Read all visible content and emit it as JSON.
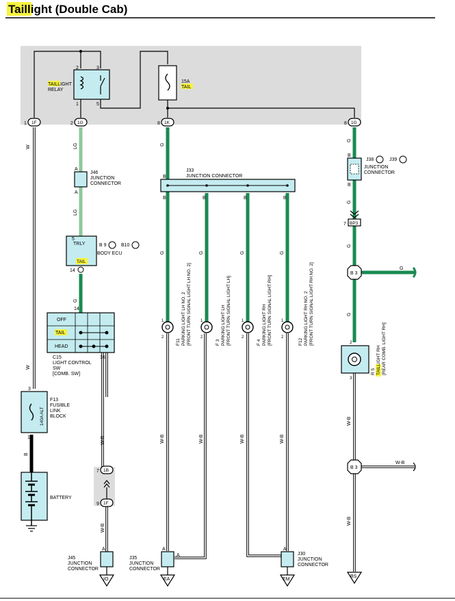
{
  "title": {
    "highlight": "Tail",
    "rest": "light (Double Cab)"
  },
  "relay": {
    "pin2": "2",
    "pin3": "3",
    "pin1": "1",
    "pin5": "5",
    "label_hl": "TAIL",
    "label_rest": "LIGHT",
    "label2": "RELAY"
  },
  "fuse": {
    "amp": "15A",
    "name": "TAIL"
  },
  "connectors": {
    "c1": {
      "pin": "1",
      "code": "1F"
    },
    "c2": {
      "pin": "2",
      "code": "1G"
    },
    "c3": {
      "pin": "8",
      "code": "1K"
    },
    "c4": {
      "pin": "8",
      "code": "1G"
    }
  },
  "wires": {
    "w": "W",
    "lg": "LG",
    "g": "G",
    "wb": "W-B",
    "b": "B"
  },
  "j46": {
    "a": "A",
    "name": "J46",
    "l1": "JUNCTION",
    "l2": "CONNECTOR"
  },
  "body_ecu": {
    "pin5": "5",
    "trly": "TRLY",
    "tail": "TAIL",
    "pin14": "14",
    "b9": "B 9",
    "b10": "B10",
    "name": "BODY ECU"
  },
  "light_sw": {
    "pin14": "14",
    "pin16": "16",
    "off": "OFF",
    "tail": "TAIL",
    "head": "HEAD",
    "c15": "C15",
    "l1": "LIGHT CONTROL",
    "l2": "SW",
    "l3": "[COMB. SW]"
  },
  "j33": {
    "name": "J33",
    "label": "JUNCTION CONNECTOR",
    "b": "B"
  },
  "parking": [
    {
      "code": "F11",
      "l1": "PARKING LIGHT LH NO. 2",
      "l2": "[FRONT TURN SIGNAL LIGHT LH NO. 2]",
      "p1": "1",
      "p2": "2"
    },
    {
      "code": "F 3",
      "l1": "PARKING LIGHT LH",
      "l2": "[FRONT TURN SIGNAL LIGHT LH]",
      "p1": "1",
      "p2": "2"
    },
    {
      "code": "F 4",
      "l1": "PARKING LIGHT RH",
      "l2": "[FRONT TURN SIGNAL LIGHT RH]",
      "p1": "1",
      "p2": "2"
    },
    {
      "code": "F12",
      "l1": "PARKING LIGHT RH NO. 2",
      "l2": "[FRONT TURN SIGNAL LIGHT RH NO. 2]",
      "p1": "1",
      "p2": "2"
    }
  ],
  "j38": {
    "a": "J38",
    "b": "J39",
    "l1": "JUNCTION",
    "l2": "CONNECTOR",
    "pin": "B"
  },
  "bp3": {
    "pin": "7",
    "code": "BP3"
  },
  "b3": "B 3",
  "rear": {
    "code": "R 5",
    "hl": "TAIL",
    "rest": "LIGHT RH",
    "l2": "[REAR COMB. LIGHT RH]",
    "p2": "2",
    "p3": "3"
  },
  "fusible": {
    "pin3": "3",
    "pin1": "1",
    "amp": "140A ALT",
    "code": "F13",
    "l1": "FUSIBLE",
    "l2": "LINK",
    "l3": "BLOCK"
  },
  "battery": "BATTERY",
  "mid_conn": {
    "p7": "7",
    "c7": "1B",
    "p9": "9",
    "c9": "1F"
  },
  "j45": {
    "name": "J45",
    "l1": "JUNCTION",
    "l2": "CONNECTOR",
    "a": "A"
  },
  "j35": {
    "name": "J35",
    "l1": "JUNCTION",
    "l2": "CONNECTOR",
    "a": "A"
  },
  "j30": {
    "name": "J30",
    "l1": "JUNCTION",
    "l2": "CONNECTOR",
    "a": "A"
  },
  "grounds": [
    "IO",
    "EA",
    "EM",
    "BS"
  ],
  "colors": {
    "green": "#1a8a52",
    "lightgreen": "#8fc89c",
    "highlight": "#f6f33e",
    "panel": "#dcdcdc",
    "box": "#c4ecf0"
  }
}
